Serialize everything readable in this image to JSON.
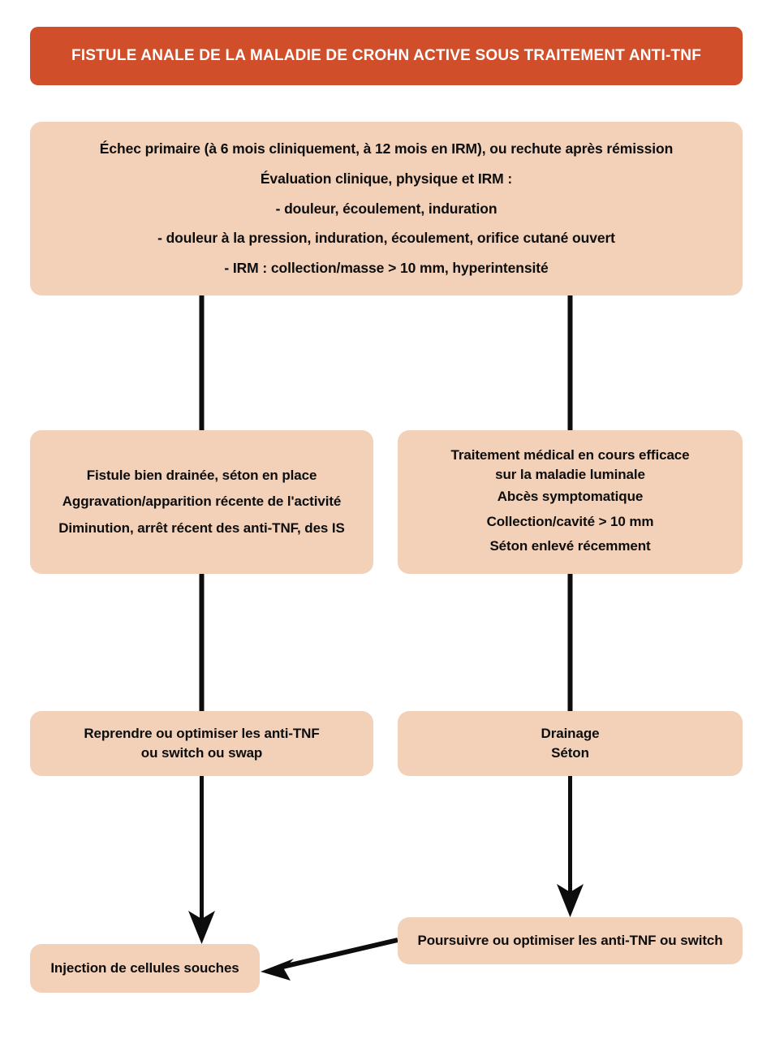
{
  "title": {
    "text": "FISTULE ANALE DE LA MALADIE DE CROHN ACTIVE SOUS TRAITEMENT ANTI-TNF"
  },
  "colors": {
    "header_bg": "#D04E2A",
    "header_text": "#FFFFFF",
    "node_bg": "#F3D1B9",
    "node_text": "#0D0D0D",
    "connector": "#0D0D0D",
    "page_bg": "#FFFFFF"
  },
  "nodes": {
    "assessment": {
      "lines": [
        "Échec primaire (à 6 mois cliniquement, à 12 mois en IRM), ou rechute après rémission",
        "Évaluation clinique, physique et IRM :",
        "- douleur, écoulement, induration",
        "- douleur à la pression, induration, écoulement, orifice cutané ouvert",
        "- IRM : collection/masse > 10 mm, hyperintensité"
      ]
    },
    "criteria_left": {
      "lines": [
        "Fistule bien drainée, séton en place",
        "Aggravation/apparition récente de l'activité",
        "Diminution, arrêt récent des anti-TNF, des IS"
      ]
    },
    "criteria_right": {
      "lines": [
        "Traitement médical en cours efficace",
        "sur la maladie luminale",
        "Abcès symptomatique",
        "Collection/cavité > 10 mm",
        "Séton enlevé récemment"
      ]
    },
    "action_left": {
      "lines": [
        "Reprendre ou optimiser les anti-TNF",
        "ou switch ou swap"
      ]
    },
    "action_right": {
      "lines": [
        "Drainage",
        "Séton"
      ]
    },
    "stem_cells": {
      "lines": [
        "Injection de cellules souches"
      ]
    },
    "continue_antitnf": {
      "lines": [
        "Poursuivre ou optimiser les anti-TNF ou switch"
      ]
    }
  }
}
